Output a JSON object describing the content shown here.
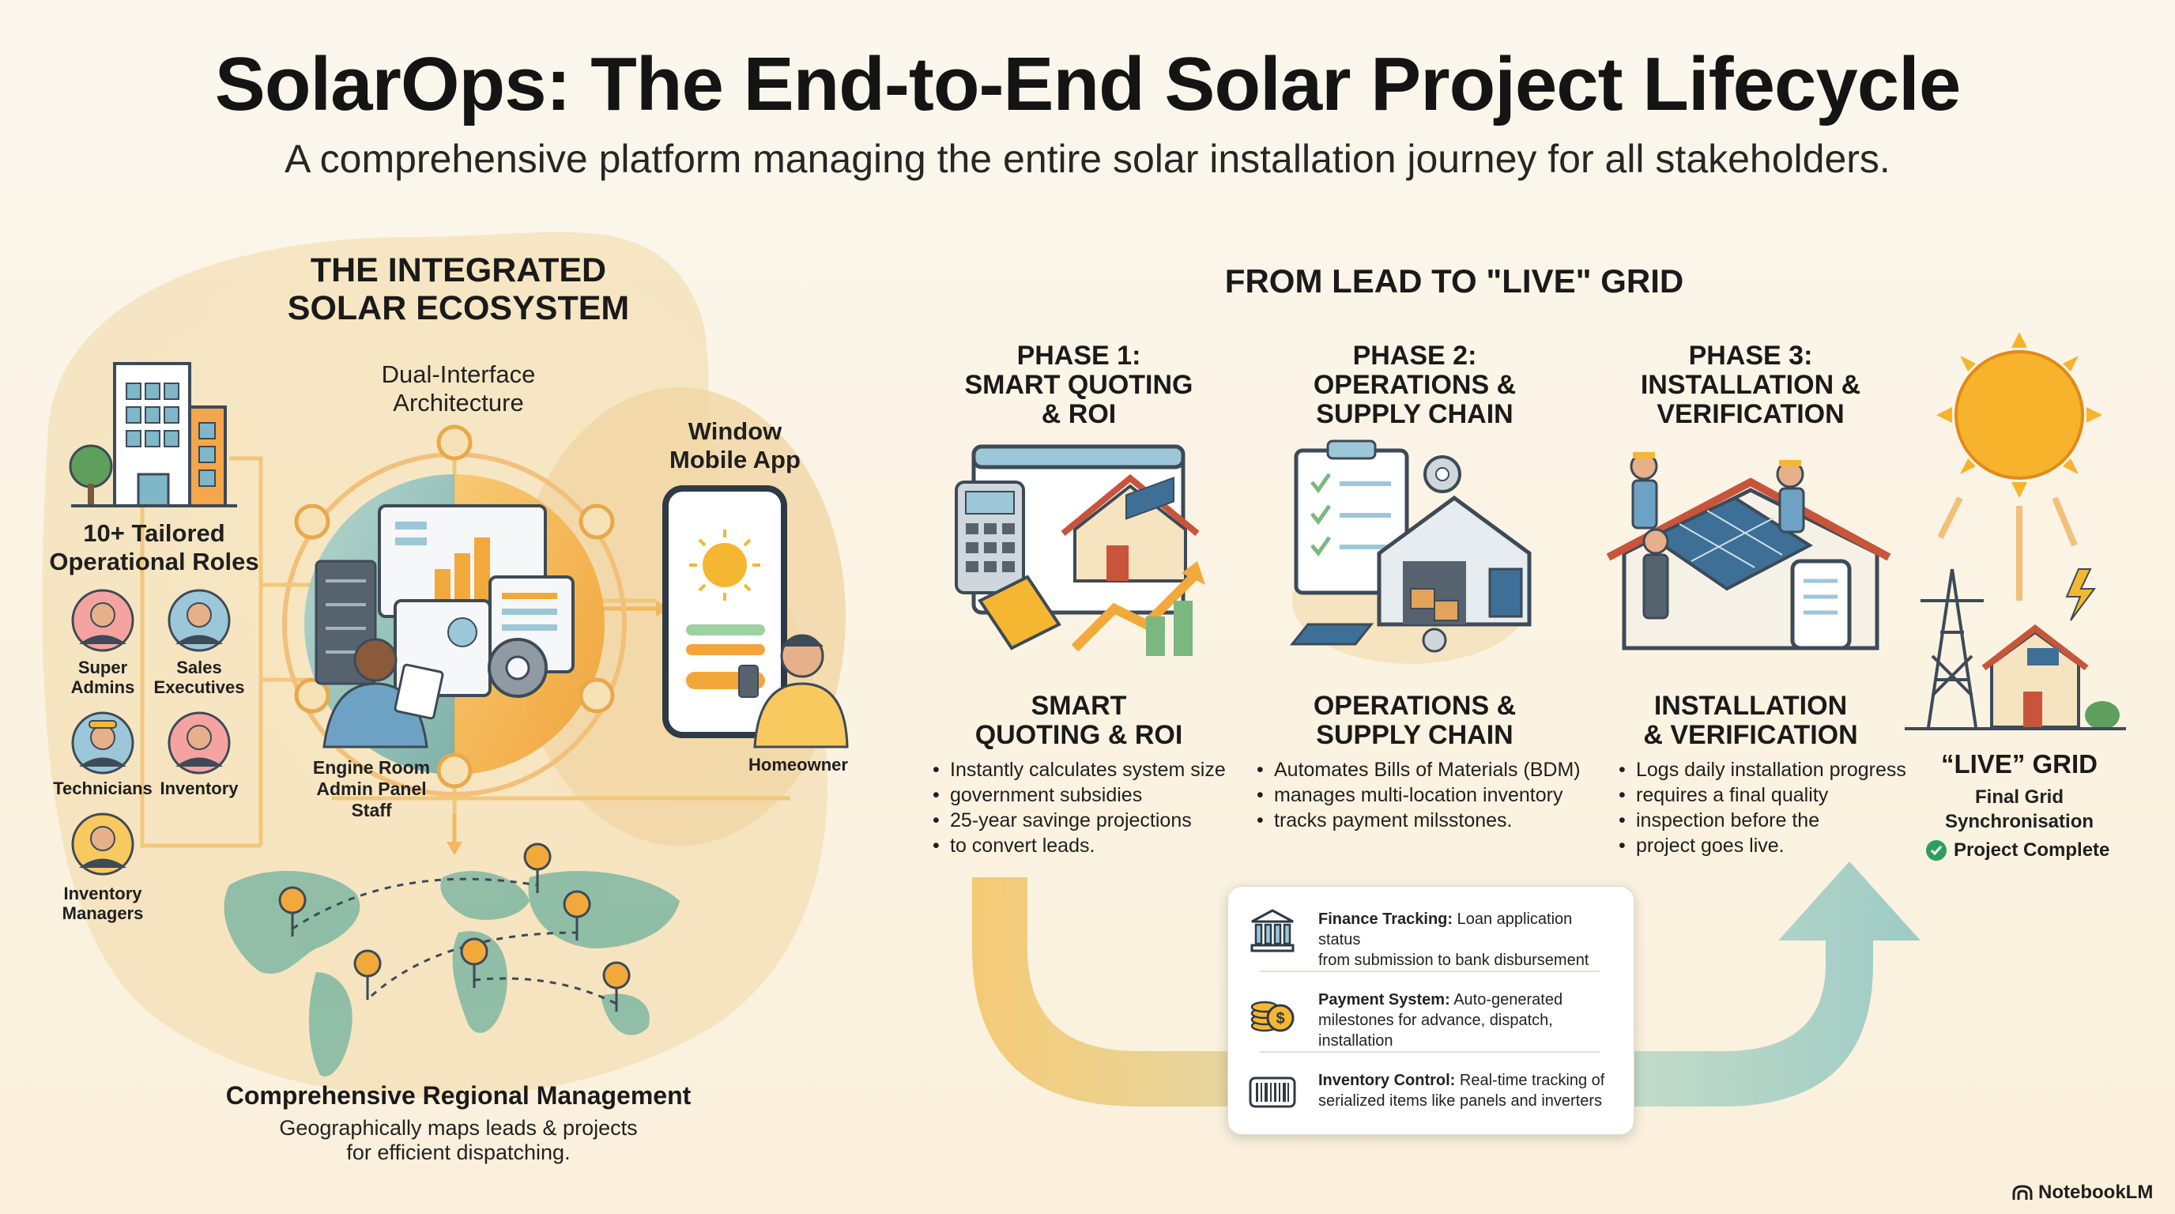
{
  "header": {
    "title": "SolarOps: The End-to-End Solar Project Lifecycle",
    "subtitle": "A comprehensive platform managing the entire solar installation journey for all stakeholders."
  },
  "ecosystem": {
    "heading_line1": "THE INTEGRATED",
    "heading_line2": "SOLAR ECOSYSTEM",
    "architecture_line1": "Dual-Interface",
    "architecture_line2": "Architecture",
    "roles_line1": "10+ Tailored",
    "roles_line2": "Operational Roles",
    "roles": [
      {
        "line1": "Super",
        "line2": "Admins"
      },
      {
        "line1": "Sales",
        "line2": "Executives"
      },
      {
        "line1": "Technicians",
        "line2": ""
      },
      {
        "line1": "Inventory",
        "line2": ""
      },
      {
        "line1": "Inventory",
        "line2": "Managers"
      }
    ],
    "engine_line1": "Engine Room",
    "engine_line2": "Admin Panel",
    "engine_line3": "Staff",
    "mobile_line1": "Window",
    "mobile_line2": "Mobile App",
    "homeowner": "Homeowner",
    "regional_title": "Comprehensive Regional Management",
    "regional_line1": "Geographically maps leads & projects",
    "regional_line2": "for efficient dispatching."
  },
  "lifecycle": {
    "heading": "FROM LEAD TO \"LIVE\" GRID",
    "phases": [
      {
        "top_line1": "PHASE 1:",
        "top_line2": "SMART QUOTING",
        "top_line3": "& ROI",
        "name_line1": "SMART",
        "name_line2": "QUOTING & ROI",
        "bullets": [
          "Instantly calculates system size",
          "government subsidies",
          "25-year savinge projections",
          "to convert leads."
        ]
      },
      {
        "top_line1": "PHASE 2:",
        "top_line2": "OPERATIONS &",
        "top_line3": "SUPPLY CHAIN",
        "name_line1": "OPERATIONS &",
        "name_line2": "SUPPLY CHAIN",
        "bullets": [
          "Automates Bills of Materials (BDM)",
          "manages multi-location inventory",
          "tracks payment milsstones."
        ]
      },
      {
        "top_line1": "PHASE 3:",
        "top_line2": "INSTALLATION &",
        "top_line3": "VERIFICATION",
        "name_line1": "INSTALLATION",
        "name_line2": "& VERIFICATION",
        "bullets": [
          "Logs daily installation progress",
          "requires a final quality",
          "inspection before the",
          "project goes live."
        ]
      }
    ],
    "live": {
      "title": "“LIVE” GRID",
      "line1": "Final Grid",
      "line2": "Synchronisation",
      "status": "Project Complete"
    },
    "features": [
      {
        "label": "Finance Tracking:",
        "text_line1": "Loan application status",
        "text_line2": "from submission to bank disbursement",
        "icon": "bank-icon"
      },
      {
        "label": "Payment System:",
        "text_line1": "Auto-generated",
        "text_line2": "milestones for advance, dispatch, installation",
        "icon": "coins-icon"
      },
      {
        "label": "Inventory Control:",
        "text_line1": "Real-time tracking of",
        "text_line2": "serialized items like panels and inverters",
        "icon": "barcode-icon"
      }
    ]
  },
  "footer": {
    "brand": "NotebookLM"
  },
  "colors": {
    "orange": "#f2a93b",
    "teal": "#7fb8b5",
    "cream": "#f6e3bf",
    "green": "#2f9e5b"
  }
}
